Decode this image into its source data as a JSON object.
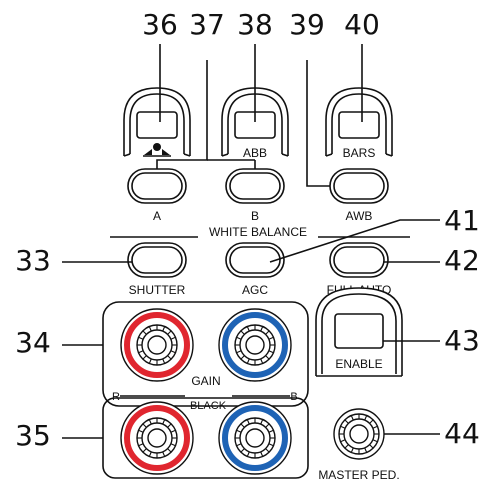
{
  "callouts": {
    "n33": "33",
    "n34": "34",
    "n35": "35",
    "n36": "36",
    "n37": "37",
    "n38": "38",
    "n39": "39",
    "n40": "40",
    "n41": "41",
    "n42": "42",
    "n43": "43",
    "n44": "44"
  },
  "labels": {
    "abb": "ABB",
    "bars": "BARS",
    "a": "A",
    "b": "B",
    "awb": "AWB",
    "white_balance": "WHITE BALANCE",
    "shutter": "SHUTTER",
    "agc": "AGC",
    "full_auto": "FULL AUTO",
    "gain": "GAIN",
    "enable": "ENABLE",
    "r": "R",
    "black": "BLACK",
    "b_black": "B",
    "master_ped": "MASTER PED."
  },
  "colors": {
    "red_ring": "#e0262f",
    "blue_ring": "#1e63b5",
    "outline": "#111111"
  }
}
